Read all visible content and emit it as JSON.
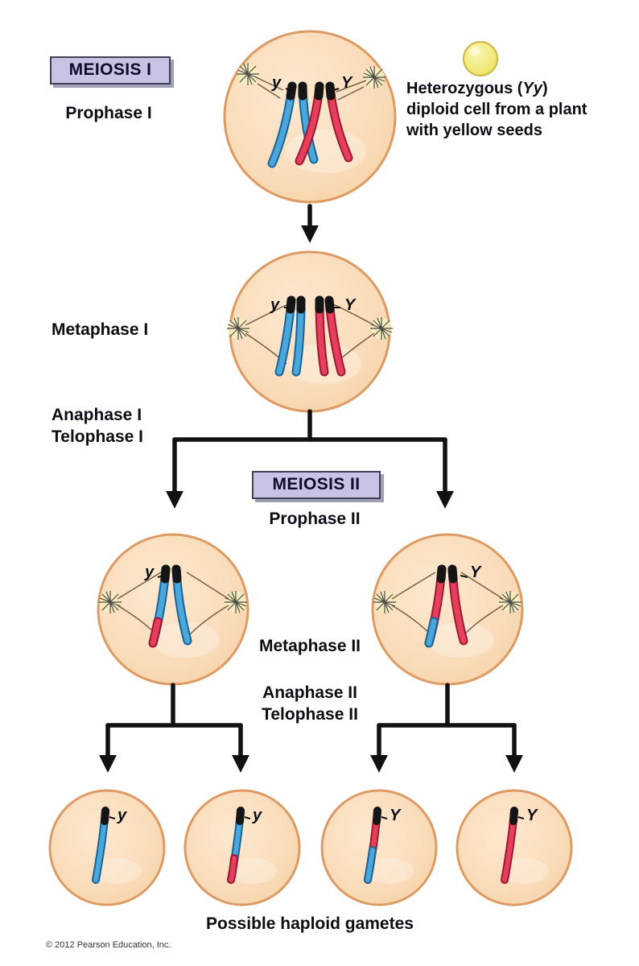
{
  "stages": {
    "meiosis1": "MEIOSIS I",
    "prophase1": "Prophase I",
    "metaphase1": "Metaphase I",
    "anaphase1": "Anaphase I",
    "telophase1": "Telophase I",
    "meiosis2": "MEIOSIS II",
    "prophase2": "Prophase II",
    "metaphase2": "Metaphase II",
    "anaphase2": "Anaphase II",
    "telophase2": "Telophase II"
  },
  "annotation": {
    "pre": "Heterozygous (",
    "genotype": "Yy",
    "post": ") diploid cell from a plant with yellow seeds"
  },
  "alleles": {
    "recessive": "y",
    "dominant": "Y"
  },
  "caption": "Possible haploid gametes",
  "copyright": "© 2012 Pearson Education, Inc.",
  "colors": {
    "cell_fill": "#FADCBA",
    "cell_stroke": "#DD9B63",
    "chromosome_blue": "#49A7DA",
    "chromosome_red": "#E63F5E",
    "label_box_bg": "#C8C2E4",
    "seed_yellow": "#EADF55",
    "arrow_black": "#111111"
  }
}
